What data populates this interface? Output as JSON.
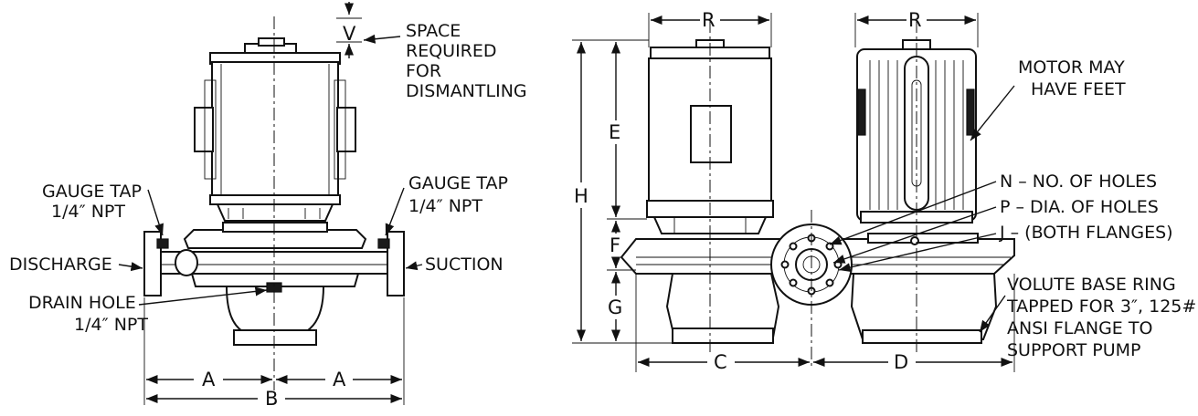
{
  "front_view": {
    "space_label": [
      "SPACE",
      "REQUIRED",
      "FOR",
      "DISMANTLING"
    ],
    "gauge_tap_left": [
      "GAUGE TAP",
      "1/4″ NPT"
    ],
    "gauge_tap_right": [
      "GAUGE TAP",
      "1/4″ NPT"
    ],
    "discharge": "DISCHARGE",
    "suction": "SUCTION",
    "drain_hole": [
      "DRAIN HOLE",
      "1/4″ NPT"
    ],
    "dims": {
      "V": "V",
      "A_left": "A",
      "A_right": "A",
      "B": "B"
    }
  },
  "side_view": {
    "dims": {
      "R_left": "R",
      "R_right": "R",
      "H": "H",
      "E": "E",
      "F": "F",
      "G": "G",
      "C": "C",
      "D": "D"
    },
    "motor_feet": [
      "MOTOR MAY",
      "HAVE FEET"
    ],
    "flange_notes": [
      "N – NO. OF HOLES",
      "P – DIA. OF HOLES",
      "J – (BOTH FLANGES)"
    ],
    "volute_note": [
      "VOLUTE BASE RING",
      "TAPPED FOR 3″, 125#",
      "ANSI FLANGE TO",
      "SUPPORT PUMP"
    ]
  }
}
